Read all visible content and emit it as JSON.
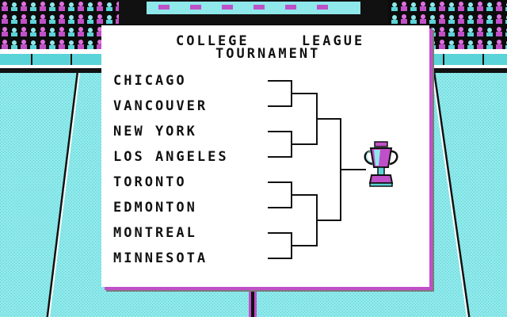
{
  "header": {
    "line1": "COLLEGE     LEAGUE",
    "line2": "TOURNAMENT"
  },
  "teams": [
    "CHICAGO",
    "VANCOUVER",
    "NEW YORK",
    "LOS ANGELES",
    "TORONTO",
    "EDMONTON",
    "MONTREAL",
    "MINNESOTA"
  ],
  "colors": {
    "ice": "#8fe8ea",
    "ice_dither": "#5ad4d8",
    "magenta": "#c050c8",
    "dark": "#111111",
    "board": "#ffffff"
  },
  "icons": {
    "trophy": "trophy-icon",
    "crowd": "crowd-icon"
  }
}
